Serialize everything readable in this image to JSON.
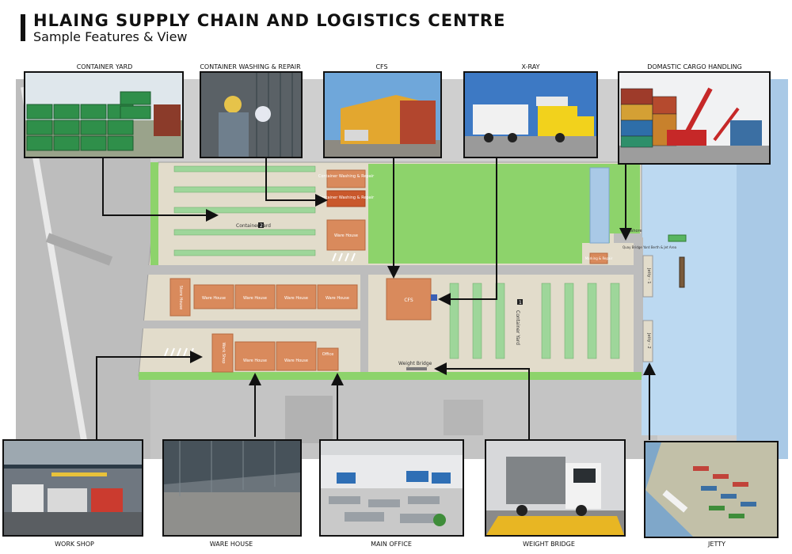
{
  "header": {
    "title": "HLAING SUPPLY CHAIN AND LOGISTICS CENTRE",
    "subtitle": "Sample Features & View"
  },
  "photos_top": [
    {
      "caption": "CONTAINER YARD"
    },
    {
      "caption": "CONTAINER WASHING & REPAIR"
    },
    {
      "caption": "CFS"
    },
    {
      "caption": "X-RAY"
    },
    {
      "caption": "DOMASTIC CARGO HANDLING"
    }
  ],
  "photos_bottom": [
    {
      "caption": "WORK SHOP"
    },
    {
      "caption": "WARE HOUSE"
    },
    {
      "caption": "MAIN OFFICE"
    },
    {
      "caption": "WEIGHT BRIDGE"
    },
    {
      "caption": "JETTY"
    }
  ],
  "map": {
    "container_yard_2": "Container Yard",
    "container_yard_2_num": "2",
    "container_yard_1": "Container Yard",
    "container_yard_1_num": "1",
    "cwr_1": "Container Washing & Repair",
    "cwr_2": "Container Washing & Repair",
    "warehouse": "Ware House",
    "cfs": "CFS",
    "office": "Office",
    "work_shop": "Work Shop",
    "store_house": "Store House",
    "weight_bridge": "Weight Bridge",
    "foreshore": "Foreshore",
    "jetty_1": "Jetty - 1",
    "jetty_2": "Jetty - 2",
    "marking": "Marking & Repair",
    "quay_crane": "Quay Bridge Yard Berth & Jet Area"
  },
  "colors": {
    "green": "#8dd36b",
    "building": "#d98a5c",
    "water": "#bcd9f1",
    "paved": "#e2dccb"
  }
}
